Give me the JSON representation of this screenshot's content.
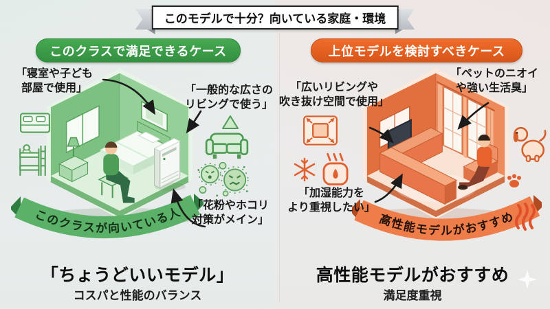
{
  "banner": {
    "title": "このモデルで十分？向いている家庭・環境"
  },
  "left": {
    "header": "このクラスで満足できるケース",
    "labels": {
      "bedroom": "「寝室や子ども\n部屋で使用」",
      "living": "「一般的な広さの\nリビングで使う」",
      "pollen": "「花粉やホコリ\n対策がメイン」"
    },
    "ribbon": "このクラスが向いている人",
    "headline": "「ちょうどいいモデル」",
    "subline": "コスパと性能のバランス",
    "accent_color": "#3b9d49"
  },
  "right": {
    "header": "上位モデルを検討すべきケース",
    "labels": {
      "wide_living": "「広いリビングや\n吹き抜け空間で使用」",
      "pet_odor": "「ペットのニオイ\nや強い生活臭」",
      "humidify": "「加湿能力を\nより重視したい」"
    },
    "ribbon": "高性能モデルがおすすめ",
    "headline": "高性能モデルがおすすめ",
    "subline": "満足度重視",
    "accent_color": "#e55f1d"
  },
  "icons": {
    "left": [
      "double-bed-icon",
      "bunk-bed-icon",
      "sofa-icon",
      "pointer-triangle-icon",
      "pollen-dust-icon"
    ],
    "right": [
      "room-expansion-icon",
      "snowflake-icon",
      "humidifier-icon",
      "dog-icon",
      "paw-print-icon",
      "odor-steam-icon"
    ]
  }
}
